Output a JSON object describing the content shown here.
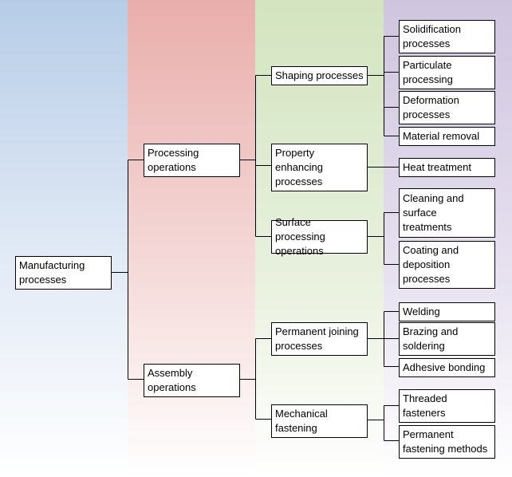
{
  "nodes": {
    "root": "Manufacturing\nprocesses",
    "processing": "Processing\noperations",
    "assembly": "Assembly\noperations",
    "shaping": "Shaping processes",
    "property": "Property\nenhancing\nprocesses",
    "surface": "Surface processing\noperations",
    "permanent": "Permanent joining\nprocesses",
    "mechanical": "Mechanical\nfastening",
    "solidification": "Solidification\nprocesses",
    "particulate": "Particulate\nprocessing",
    "deformation": "Deformation\nprocesses",
    "material_removal": "Material removal",
    "heat_treatment": "Heat treatment",
    "cleaning": "Cleaning and\nsurface\ntreatments",
    "coating": "Coating and\ndeposition\nprocesses",
    "welding": "Welding",
    "brazing": "Brazing and\nsoldering",
    "adhesive": "Adhesive bonding",
    "threaded": "Threaded\nfasteners",
    "permanent_fastening": "Permanent\nfastening methods"
  },
  "colors": {
    "band_1": "#b7cde7",
    "band_2": "#e9aeab",
    "band_3": "#d3e4bf",
    "band_4": "#cfc5df",
    "box_border": "#000000",
    "box_fill": "#ffffff"
  }
}
